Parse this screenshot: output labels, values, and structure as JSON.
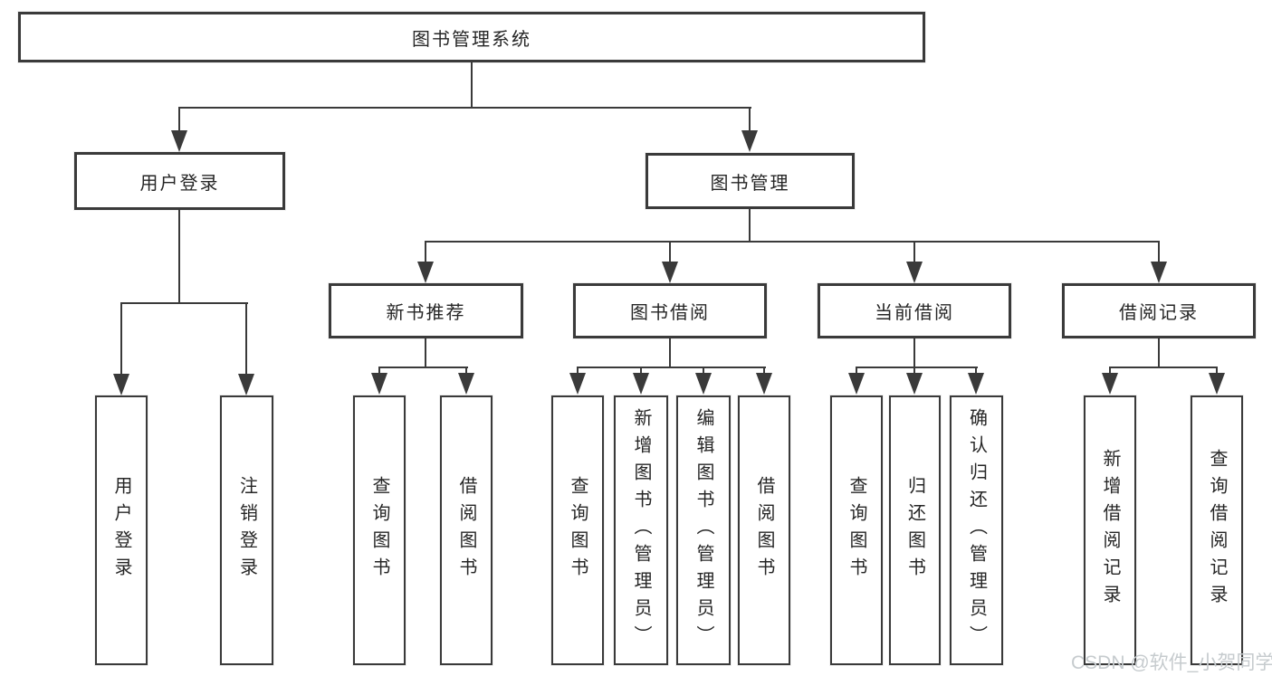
{
  "diagram": {
    "title": "图书管理系统",
    "children": [
      {
        "label": "用户登录",
        "children": [
          {
            "label": "用户登录"
          },
          {
            "label": "注销登录"
          }
        ]
      },
      {
        "label": "图书管理",
        "children": [
          {
            "label": "新书推荐",
            "children": [
              {
                "label": "查询图书"
              },
              {
                "label": "借阅图书"
              }
            ]
          },
          {
            "label": "图书借阅",
            "children": [
              {
                "label": "查询图书"
              },
              {
                "label": "新增图书（管理员）"
              },
              {
                "label": "编辑图书（管理员）"
              },
              {
                "label": "借阅图书"
              }
            ]
          },
          {
            "label": "当前借阅",
            "children": [
              {
                "label": "查询图书"
              },
              {
                "label": "归还图书"
              },
              {
                "label": "确认归还（管理员）"
              }
            ]
          },
          {
            "label": "借阅记录",
            "children": [
              {
                "label": "新增借阅记录"
              },
              {
                "label": "查询借阅记录"
              }
            ]
          }
        ]
      }
    ]
  },
  "watermark": {
    "text": "CSDN @软件_小贺同学"
  },
  "colors": {
    "line": "#3a3a3a",
    "text": "#262626",
    "watermark": "#c6cbce",
    "background": "#ffffff"
  }
}
